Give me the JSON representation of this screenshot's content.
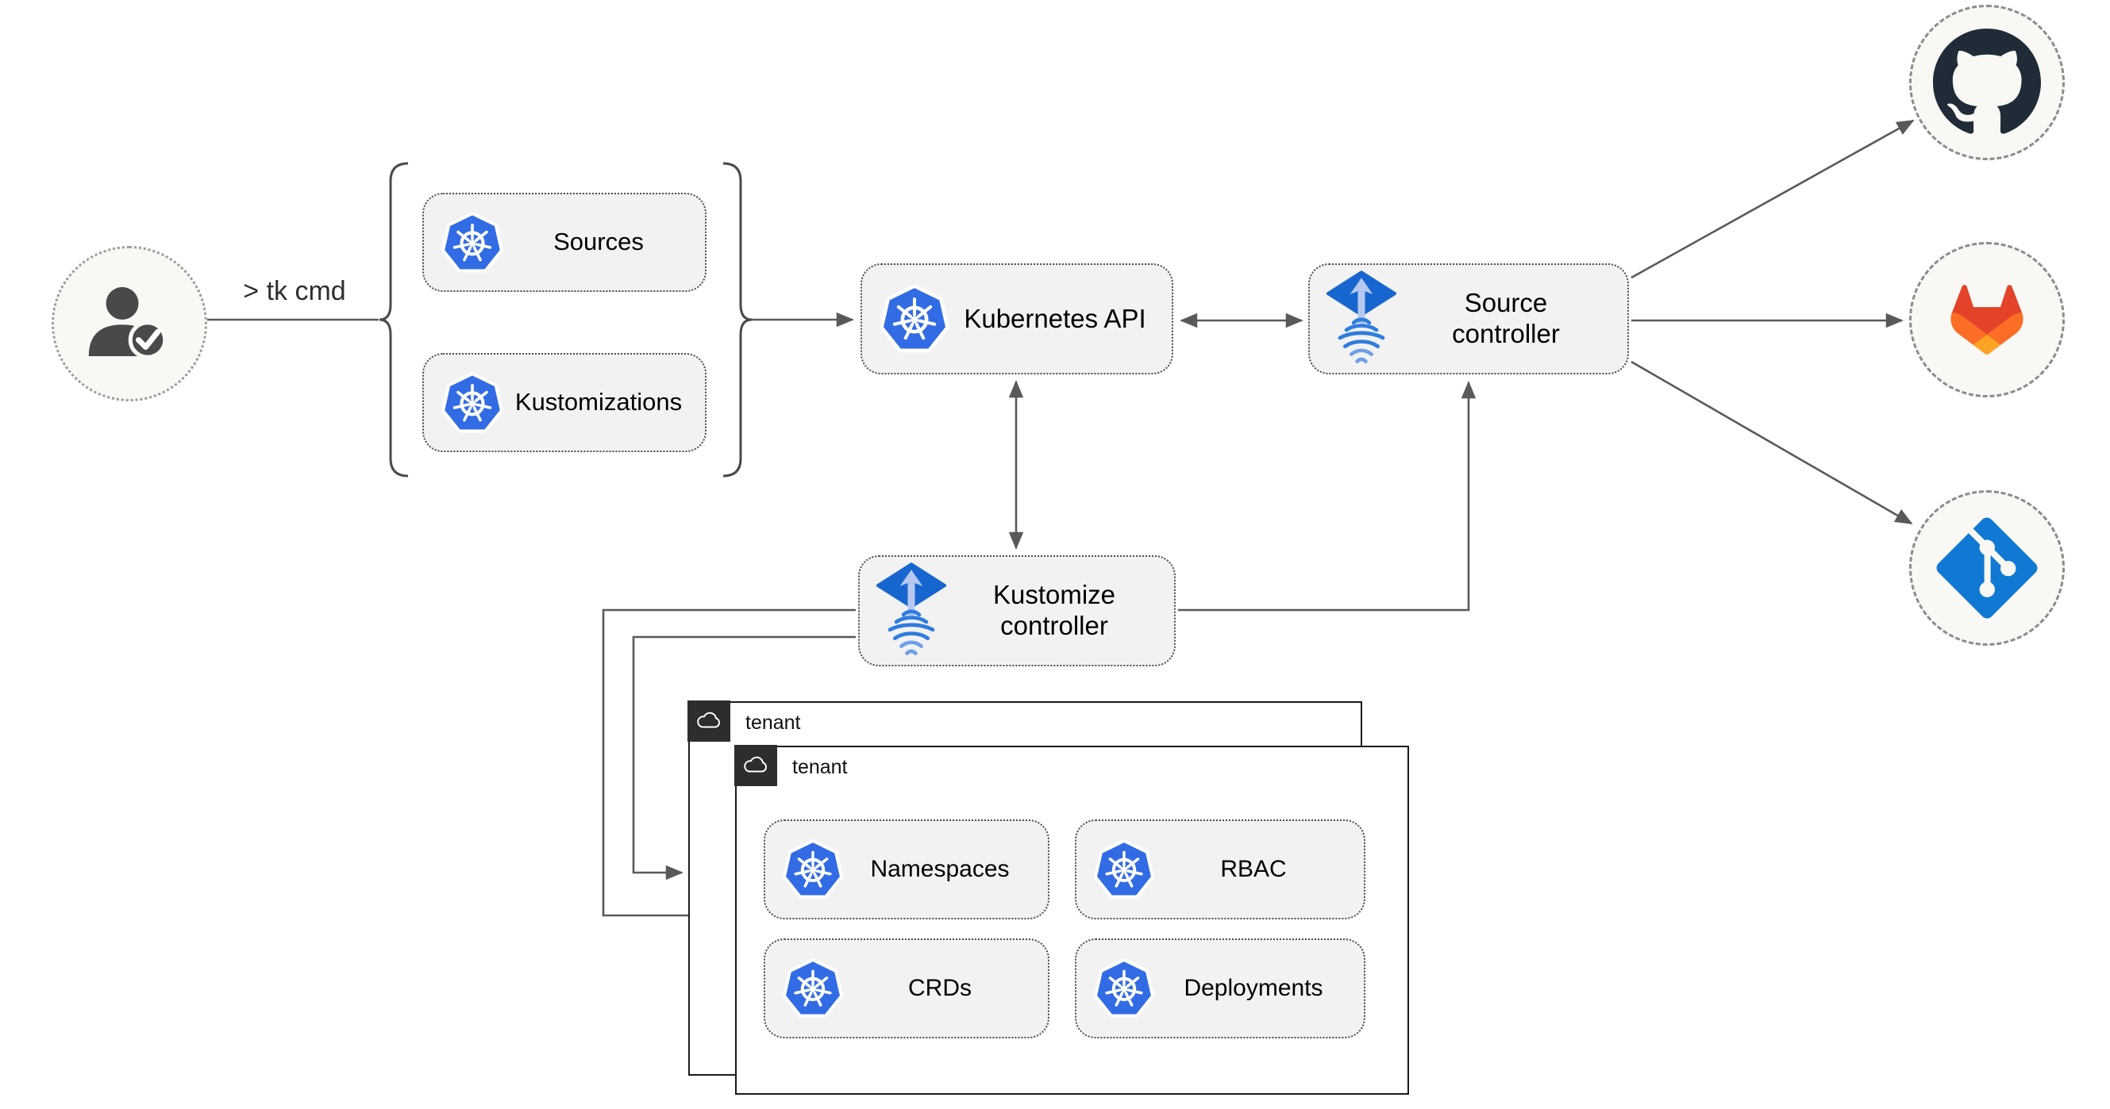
{
  "user": {
    "command": "> tk cmd",
    "icon": "user-check-icon"
  },
  "toolkit_resources": [
    {
      "label": "Sources",
      "icon": "kubernetes-icon"
    },
    {
      "label": "Kustomizations",
      "icon": "kubernetes-icon"
    }
  ],
  "cluster": {
    "kubernetes_api": "Kubernetes API",
    "source_controller": "Source controller",
    "kustomize_controller": "Kustomize controller"
  },
  "tenants": {
    "back": {
      "label": "tenant",
      "icon": "cloud-icon"
    },
    "front": {
      "label": "tenant",
      "icon": "cloud-icon",
      "resources": [
        {
          "label": "Namespaces",
          "icon": "kubernetes-icon"
        },
        {
          "label": "RBAC",
          "icon": "kubernetes-icon"
        },
        {
          "label": "CRDs",
          "icon": "kubernetes-icon"
        },
        {
          "label": "Deployments",
          "icon": "kubernetes-icon"
        }
      ]
    }
  },
  "git_providers": [
    {
      "name": "GitHub",
      "icon": "github-icon"
    },
    {
      "name": "GitLab",
      "icon": "gitlab-icon"
    },
    {
      "name": "Git",
      "icon": "git-icon"
    }
  ],
  "colors": {
    "kubernetes_blue": "#326ce5",
    "flux_blue": "#1766cf",
    "flux_arrow_light": "#b7c9f1",
    "flux_waves": "#2e7ce0",
    "github_dark": "#1f2c38",
    "gitlab_red": "#e24329",
    "gitlab_orange": "#fc6d26",
    "gitlab_amber": "#fca326",
    "git_blue": "#0f79d3",
    "connector_gray": "#595959",
    "node_fill": "#f2f2f2",
    "node_border": "#4d4d4d",
    "circle_fill": "#faf8f4",
    "tenant_tab": "#2d2d2d"
  }
}
